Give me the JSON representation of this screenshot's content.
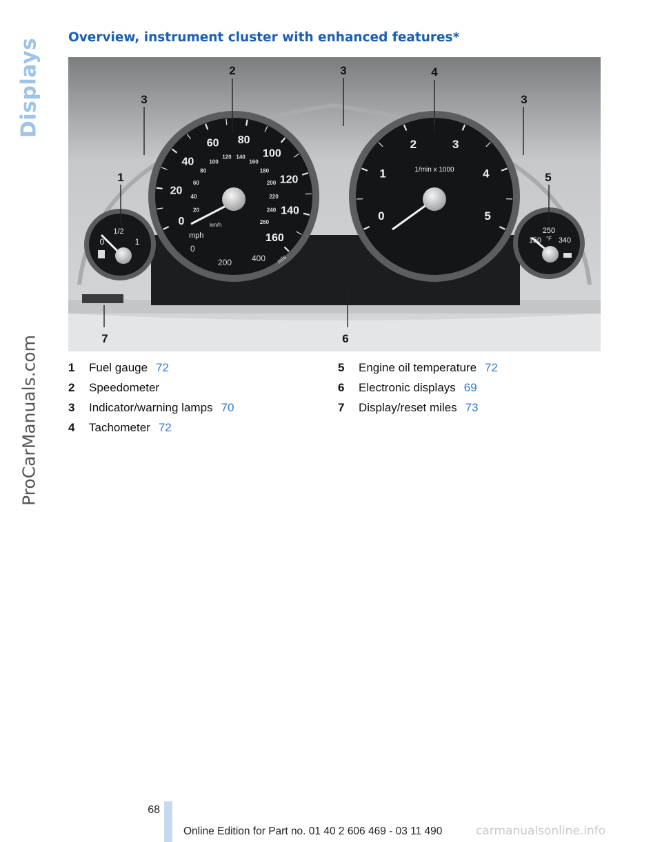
{
  "section": "Displays",
  "watermark": "ProCarManuals.com",
  "title": "Overview, instrument cluster with enhanced features*",
  "figure": {
    "callouts": [
      "1",
      "2",
      "3",
      "3",
      "3",
      "4",
      "5",
      "6",
      "7"
    ],
    "speedometer": {
      "mph_labels": [
        "0",
        "20",
        "40",
        "60",
        "80",
        "100",
        "120",
        "140",
        "160"
      ],
      "kmh_labels": [
        "20",
        "40",
        "60",
        "80",
        "100",
        "120",
        "140",
        "160",
        "180",
        "200",
        "220",
        "240",
        "260"
      ],
      "unit_mph": "mph",
      "unit_kmh": "km/h"
    },
    "tachometer": {
      "labels": [
        "0",
        "1",
        "2",
        "3",
        "4",
        "5"
      ],
      "unit": "1/min x 1000"
    },
    "fuel_gauge": {
      "labels": [
        "0",
        "1/2",
        "1"
      ]
    },
    "oil_gauge": {
      "labels": [
        "150",
        "250",
        "340"
      ],
      "unit": "°F"
    },
    "range": {
      "labels": [
        "0",
        "200",
        "400"
      ],
      "unit": "mls"
    }
  },
  "legend_left": [
    {
      "num": "1",
      "label": "Fuel gauge",
      "page": "72"
    },
    {
      "num": "2",
      "label": "Speedometer",
      "page": ""
    },
    {
      "num": "3",
      "label": "Indicator/warning lamps",
      "page": "70"
    },
    {
      "num": "4",
      "label": "Tachometer",
      "page": "72"
    }
  ],
  "legend_right": [
    {
      "num": "5",
      "label": "Engine oil temperature",
      "page": "72"
    },
    {
      "num": "6",
      "label": "Electronic displays",
      "page": "69"
    },
    {
      "num": "7",
      "label": "Display/reset miles",
      "page": "73"
    }
  ],
  "footer": {
    "page_number": "68",
    "edition": "Online Edition for Part no. 01 40 2 606 469 - 03 11 490",
    "site": "carmanualsonline.info"
  }
}
